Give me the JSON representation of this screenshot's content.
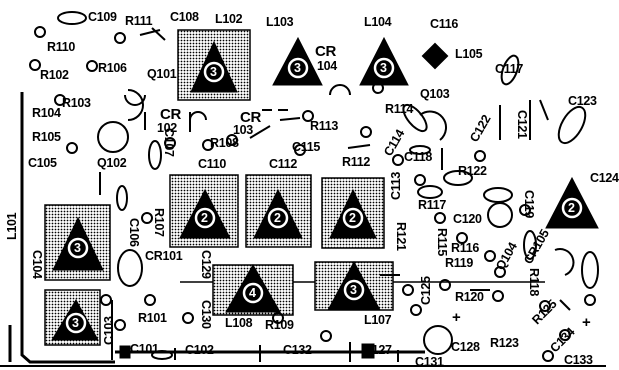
{
  "labels": {
    "C109": "C109",
    "R111": "R111",
    "C108": "C108",
    "L102": "L102",
    "L103": "L103",
    "L104": "L104",
    "C116": "C116",
    "R110": "R110",
    "CR104_a": "CR",
    "CR104_b": "104",
    "L105": "L105",
    "R102": "R102",
    "R106": "R106",
    "Q101": "Q101",
    "C117": "C117",
    "Q103": "Q103",
    "C123": "C123",
    "R114": "R114",
    "R103": "R103",
    "R104": "R104",
    "CR102_a": "CR",
    "CR102_b": "102",
    "CR103_a": "CR",
    "CR103_b": "103",
    "R113": "R113",
    "C122": "C122",
    "C121": "C121",
    "R105": "R105",
    "C114": "C114",
    "C118": "C118",
    "C105": "C105",
    "Q102": "Q102",
    "C107": "C107",
    "R108": "R108",
    "C115": "C115",
    "R112": "R112",
    "C110": "C110",
    "C112": "C112",
    "R122": "R122",
    "C113": "C113",
    "R117": "R117",
    "C119": "C119",
    "C124": "C124",
    "L101": "L101",
    "C106": "C106",
    "R107": "R107",
    "R121": "R121",
    "C120": "C120",
    "R115": "R115",
    "R116": "R116",
    "CR105": "CR105",
    "Q104": "Q104",
    "R119": "R119",
    "C104": "C104",
    "CR101": "CR101",
    "C129": "C129",
    "R118": "R118",
    "C125": "C125",
    "R120": "R120",
    "R101": "R101",
    "C103": "C103",
    "C130": "C130",
    "L108": "L108",
    "R109": "R109",
    "L107": "L107",
    "R125": "R125",
    "C128": "C128",
    "R123": "R123",
    "C134": "C134",
    "C101": "C101",
    "C102": "C102",
    "C132": "C132",
    "C127": "C127",
    "C131": "C131",
    "C133": "C133",
    "plus1": "+",
    "plus2": "+"
  },
  "transformer_numbers": {
    "L102": "3",
    "L103": "3",
    "L104": "3",
    "L101": "3",
    "L111": "2",
    "L112": "2",
    "L113": "2",
    "L108": "4",
    "L107": "3",
    "L106": "3",
    "L124": "2"
  },
  "colors": {
    "ink": "#000000",
    "paper": "#ffffff",
    "shield_fill": "#b4b4b4"
  }
}
